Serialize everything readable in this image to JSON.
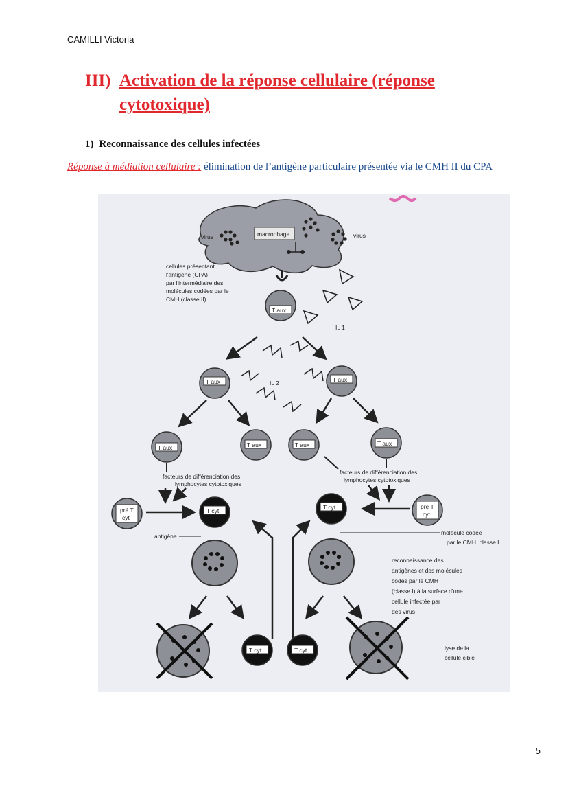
{
  "header": {
    "author": "CAMILLI Victoria"
  },
  "section": {
    "number": "III)",
    "title_line1": "Activation de la réponse cellulaire (réponse",
    "title_line2": "cytotoxique)"
  },
  "subsection": {
    "number": "1)",
    "title": "Reconnaissance des cellules infectées"
  },
  "intro": {
    "lead": "Réponse à médiation cellulaire :",
    "text": " élimination de l’antigène particulaire présentée via le CMH II du CPA"
  },
  "figure": {
    "virus_left": "virus",
    "virus_right": "virus",
    "macrophage": "macrophage",
    "cpa_line1": "cellules présentant",
    "cpa_line2": "l'antigène (CPA)",
    "cpa_line3": "par l'intermédiaire des",
    "cpa_line4": "molécules codées par le",
    "cpa_line5": "CMH (classe II)",
    "t_aux": "T aux",
    "il1": "IL 1",
    "il2": "IL 2",
    "factors_line1": "facteurs de différenciation des",
    "factors_line2": "lymphocytes cytotoxiques",
    "pre_t_line1": "pré T",
    "pre_t_line2": "cyt",
    "t_cyt": "T cyt",
    "antigen": "antigène",
    "mhc_line1": "molécule codée",
    "mhc_line2": "par le CMH, classe I",
    "recog_line1": "reconnaissance des",
    "recog_line2": "antigènes et des molécules",
    "recog_line3": "codes par le CMH",
    "recog_line4": "(classe I) à la surface d'une",
    "recog_line5": "cellule infectée par",
    "recog_line6": "des virus",
    "lysis_line1": "lyse de la",
    "lysis_line2": "cellule cible"
  },
  "page": {
    "number": "5"
  }
}
